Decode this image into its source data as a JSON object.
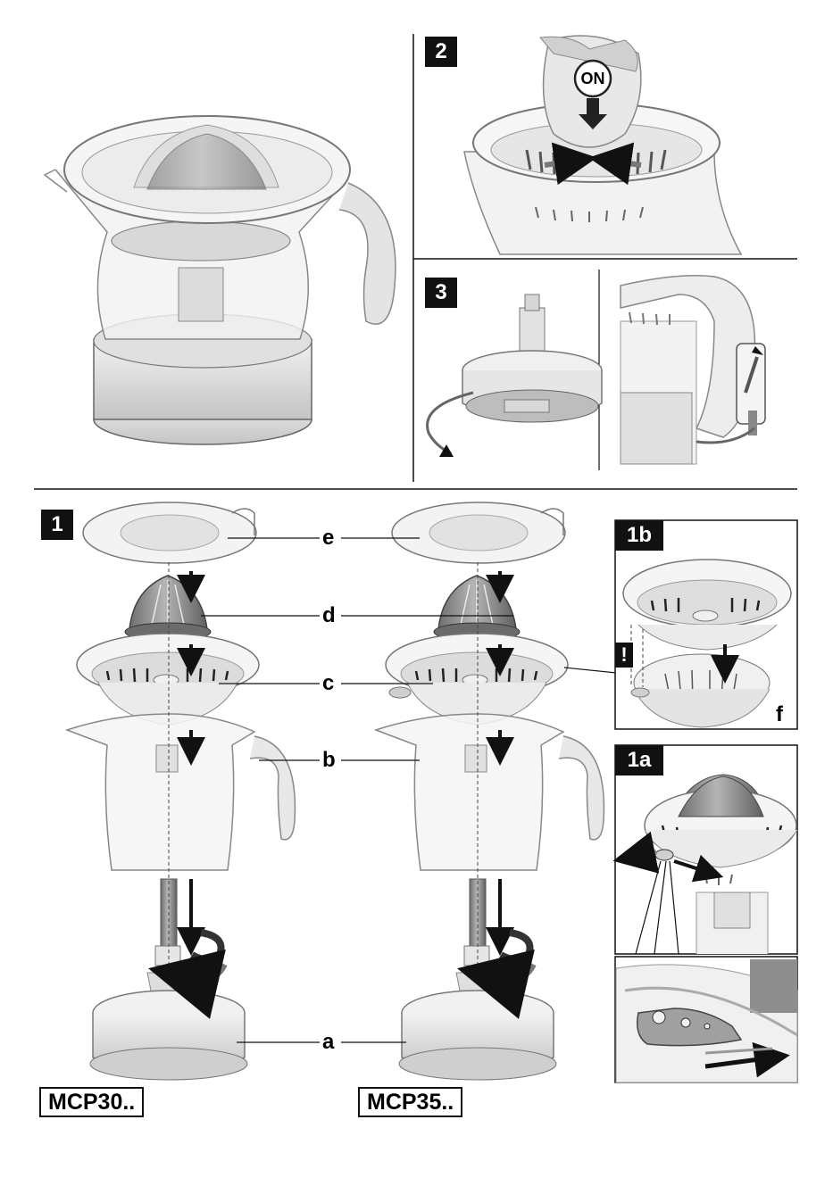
{
  "steps": {
    "step1": "1",
    "step1a": "1a",
    "step1b": "1b",
    "step2": "2",
    "step3": "3"
  },
  "button_label": "ON",
  "warning_mark": "!",
  "part_labels": {
    "a": "a",
    "b": "b",
    "c": "c",
    "d": "d",
    "e": "e",
    "f": "f"
  },
  "models": {
    "left": "MCP30..",
    "right": "MCP35.."
  },
  "colors": {
    "line": "#111111",
    "plastic": "#e9e9e9",
    "dark_plastic": "#8e8e8e",
    "arrow": "#111111"
  }
}
